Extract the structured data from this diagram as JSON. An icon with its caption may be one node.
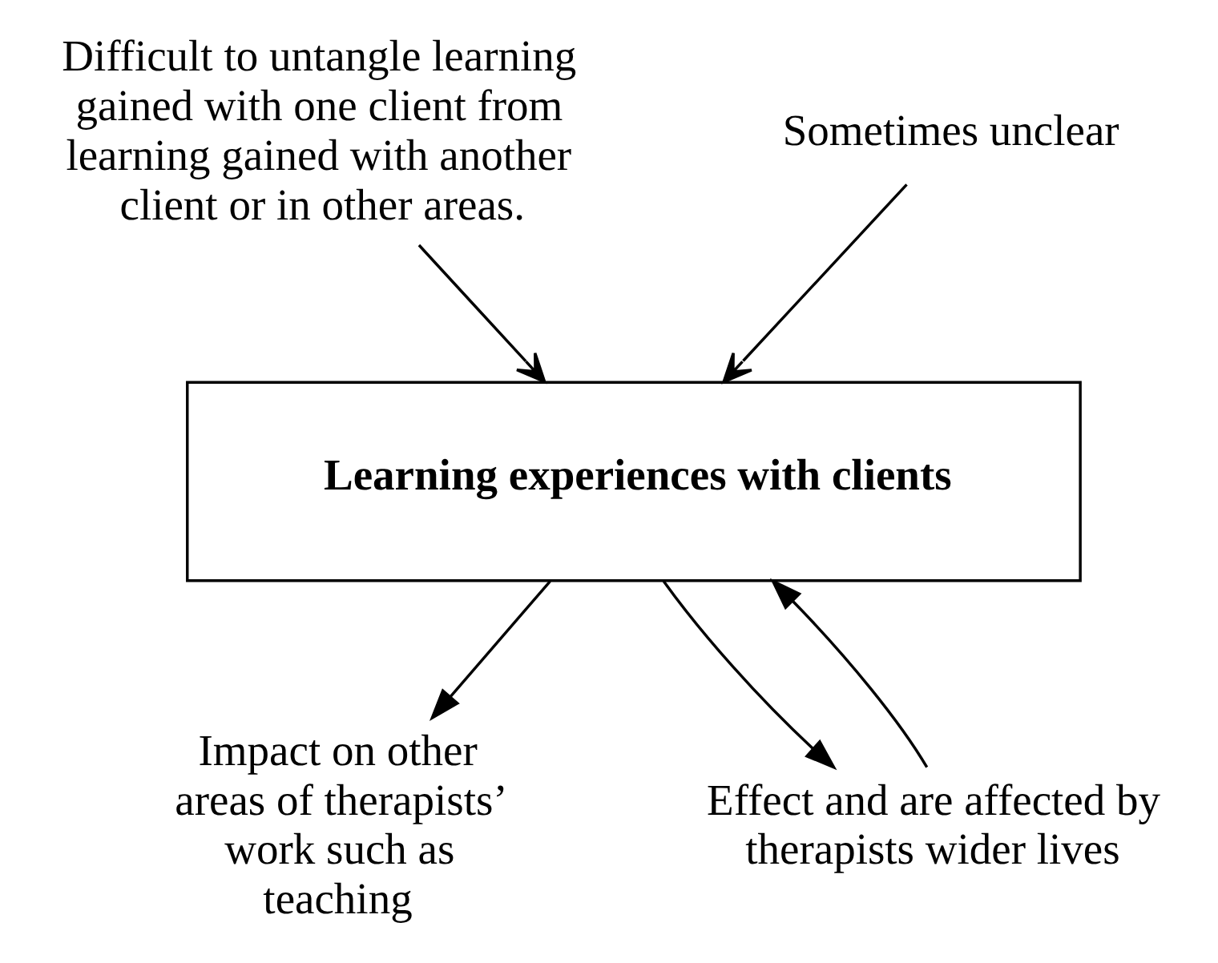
{
  "diagram": {
    "nodes": [
      {
        "text": [
          "Difficult to untangle learning gained with one client from learning gained with another client or in other areas."
        ]
      },
      {
        "text": [
          "Sometimes unclear"
        ]
      },
      {
        "text": [
          "Learning experiences with clients"
        ]
      },
      {
        "text": [
          "Impact on other areas of therapists’ work such as teaching"
        ]
      },
      {
        "text": [
          "Effect and are affected by therapists wider lives"
        ]
      }
    ],
    "edges": [
      {
        "from": 0,
        "to": 2,
        "arrow": "to"
      },
      {
        "from": 1,
        "to": 2,
        "arrow": "to"
      },
      {
        "from": 2,
        "to": 3,
        "arrow": "to"
      },
      {
        "from": 4,
        "to": 2,
        "arrow": "to"
      },
      {
        "from": 2,
        "to": 4,
        "arrow": "to"
      }
    ]
  }
}
